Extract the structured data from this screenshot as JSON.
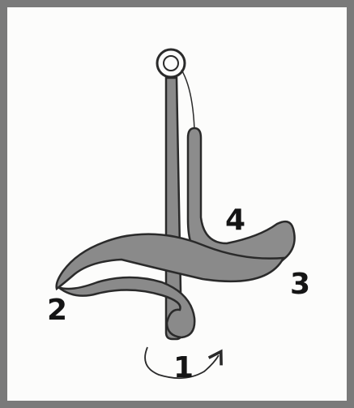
{
  "figure": {
    "frame_color": "#7a7a7a",
    "paper_color": "#fcfcfb",
    "stroke_color": "#2a2a2a",
    "fill_color": "#8a8a8a",
    "labels": [
      {
        "key": "step1",
        "text": "1"
      },
      {
        "key": "step2",
        "text": "2"
      },
      {
        "key": "step3",
        "text": "3"
      },
      {
        "key": "step4",
        "text": "4"
      }
    ]
  }
}
